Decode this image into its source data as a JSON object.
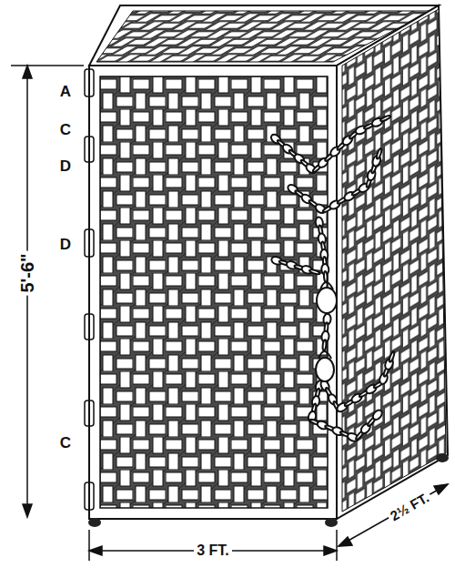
{
  "diagram": {
    "labels": [
      "A",
      "C",
      "D",
      "D",
      "C",
      "5'-6\"",
      "3 FT.",
      "2½ FT."
    ]
  }
}
